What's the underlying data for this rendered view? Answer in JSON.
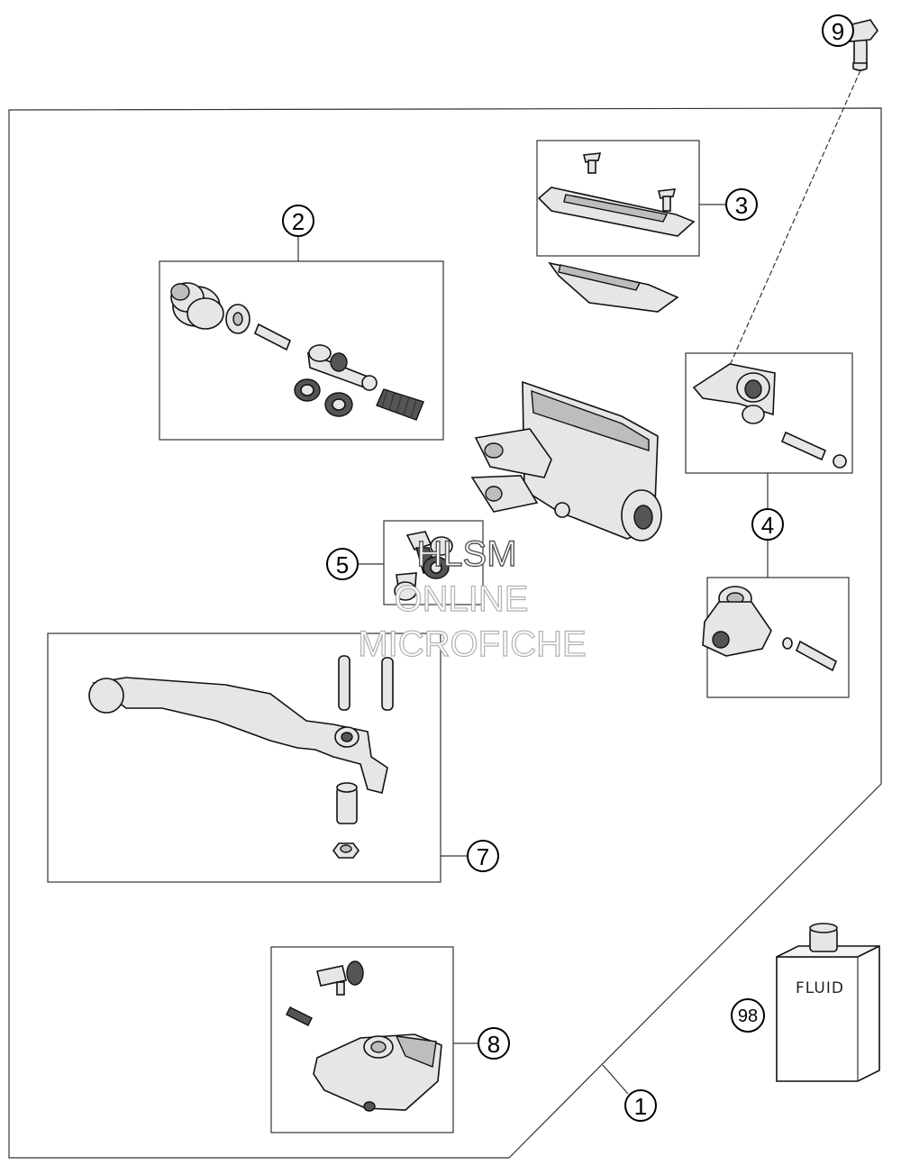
{
  "callouts": [
    {
      "id": "c1",
      "label": "1"
    },
    {
      "id": "c2",
      "label": "2"
    },
    {
      "id": "c3",
      "label": "3"
    },
    {
      "id": "c4",
      "label": "4"
    },
    {
      "id": "c5",
      "label": "5"
    },
    {
      "id": "c7",
      "label": "7"
    },
    {
      "id": "c8",
      "label": "8"
    },
    {
      "id": "c9",
      "label": "9"
    },
    {
      "id": "c98",
      "label": "98"
    }
  ],
  "fluid_label": "FLUID",
  "watermark": {
    "line1": "HLSM",
    "line2": "ONLINE",
    "line3": "MICROFICHE"
  },
  "colors": {
    "line": "#333333",
    "part_fill": "#e6e6e6",
    "background": "#ffffff"
  }
}
